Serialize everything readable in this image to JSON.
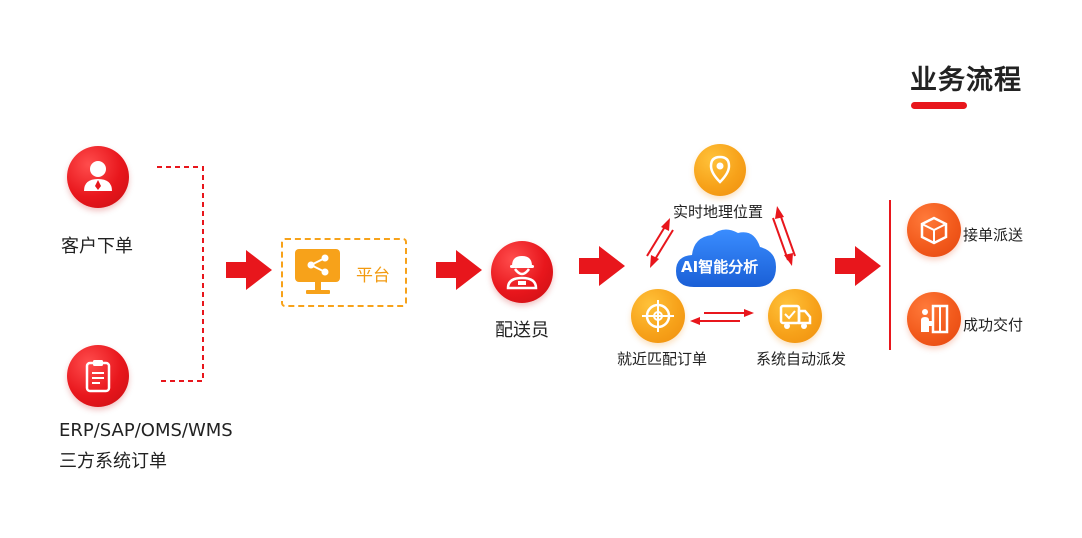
{
  "title": "业务流程",
  "nodes": {
    "customer": {
      "label": "客户下单",
      "icon": "user-icon"
    },
    "erp": {
      "line1": "ERP/SAP/OMS/WMS",
      "line2": "三方系统订单",
      "icon": "clipboard-icon"
    },
    "platform": {
      "label": "平台",
      "icon": "share-monitor-icon"
    },
    "courier": {
      "label": "配送员",
      "icon": "courier-icon"
    },
    "ai": {
      "label": "AI智能分析",
      "icon": "cloud-icon"
    },
    "location": {
      "label": "实时地理位置",
      "icon": "location-pin-icon"
    },
    "match": {
      "label": "就近匹配订单",
      "icon": "target-icon"
    },
    "dispatch": {
      "label": "系统自动派发",
      "icon": "truck-icon"
    },
    "accept": {
      "label": "接单派送",
      "icon": "package-icon"
    },
    "deliver": {
      "label": "成功交付",
      "icon": "handover-icon"
    }
  },
  "colors": {
    "accent": "#e8161c",
    "orange": "#f7a21a",
    "blue": "#1f6fe0"
  }
}
